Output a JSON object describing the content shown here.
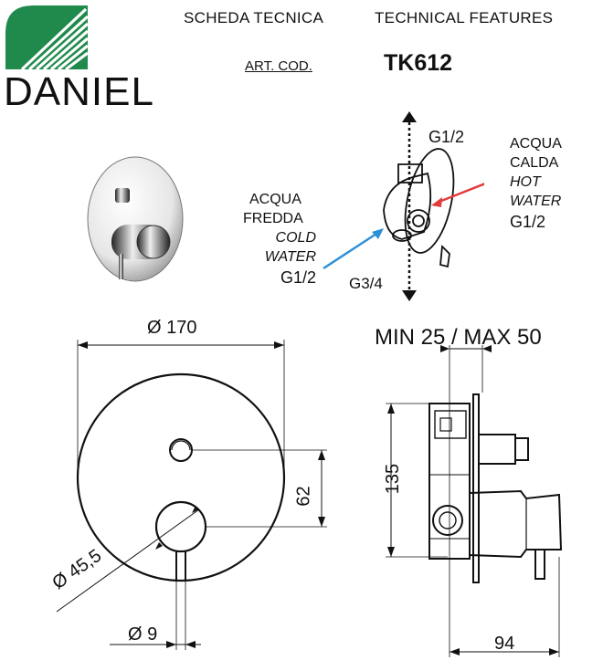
{
  "header": {
    "title_it": "SCHEDA TECNICA",
    "title_en": "TECHNICAL FEATURES",
    "art_cod_label": "ART. COD.",
    "art_cod_value": "TK612"
  },
  "brand": {
    "name": "DANIEL",
    "color": "#1f8a4c",
    "icon": "stripes-logo-icon"
  },
  "connections": {
    "top": "G1/2",
    "bottom": "G3/4",
    "hot": {
      "it_1": "ACQUA",
      "it_2": "CALDA",
      "en_1": "HOT",
      "en_2": "WATER",
      "size": "G1/2",
      "color": "#e23b3b"
    },
    "cold": {
      "it_1": "ACQUA",
      "it_2": "FREDDA",
      "en_1": "COLD",
      "en_2": "WATER",
      "size": "G1/2",
      "color": "#2d8fd6"
    }
  },
  "dimensions": {
    "plate_diameter": "Ø 170",
    "handle_offset": "62",
    "knob_diameter": "Ø 45,5",
    "lever_diameter": "Ø 9",
    "depth_range": "MIN 25 / MAX 50",
    "height": "135",
    "projection": "94"
  }
}
